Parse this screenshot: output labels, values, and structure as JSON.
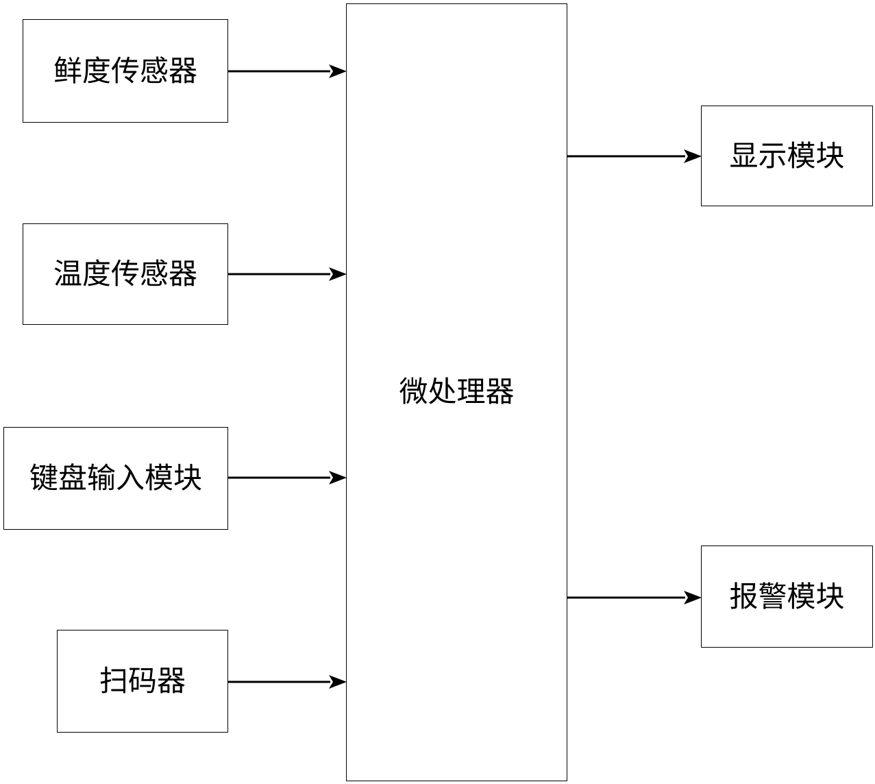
{
  "inputs": {
    "freshness_sensor": "鲜度传感器",
    "temperature_sensor": "温度传感器",
    "keyboard_input_module": "键盘输入模块",
    "scanner": "扫码器"
  },
  "processor": {
    "label": "微处理器"
  },
  "outputs": {
    "display_module": "显示模块",
    "alarm_module": "报警模块"
  },
  "colors": {
    "line": "#000000",
    "background": "#ffffff"
  }
}
